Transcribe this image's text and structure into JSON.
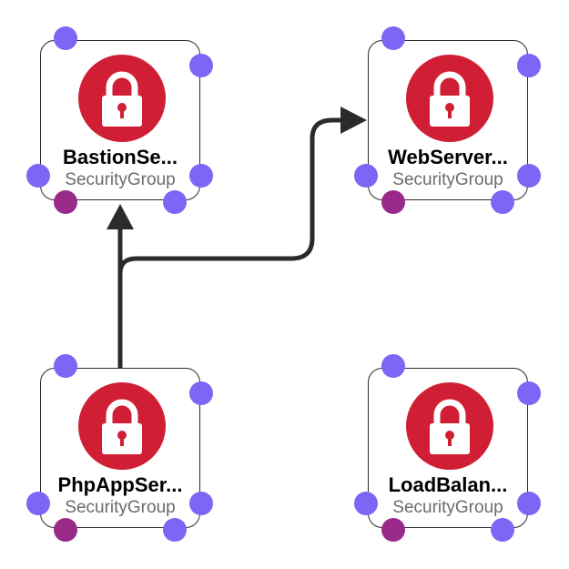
{
  "colors": {
    "lock_red": "#d01f35",
    "lock_white": "#ffffff",
    "port_primary": "#7b66f5",
    "port_secondary": "#9a2a8a",
    "edge": "#2b2b2b"
  },
  "nodes": [
    {
      "id": "bastion",
      "title": "BastionSe...",
      "subtitle": "SecurityGroup",
      "icon": "lock-icon"
    },
    {
      "id": "webserver",
      "title": "WebServer...",
      "subtitle": "SecurityGroup",
      "icon": "lock-icon"
    },
    {
      "id": "phpapp",
      "title": "PhpAppSer...",
      "subtitle": "SecurityGroup",
      "icon": "lock-icon"
    },
    {
      "id": "loadbalancer",
      "title": "LoadBalan...",
      "subtitle": "SecurityGroup",
      "icon": "lock-icon"
    }
  ],
  "edges": [
    {
      "from": "phpapp",
      "to": "bastion"
    },
    {
      "from": "phpapp",
      "to": "webserver"
    }
  ]
}
